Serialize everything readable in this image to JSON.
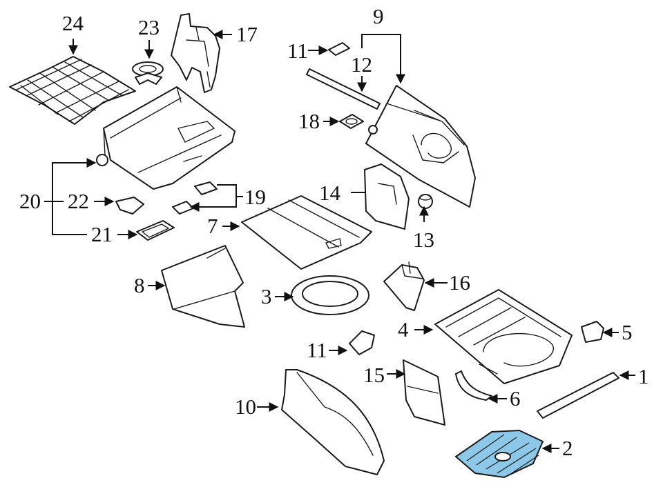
{
  "callouts": {
    "c1": "1",
    "c2": "2",
    "c3": "3",
    "c4": "4",
    "c5": "5",
    "c6": "6",
    "c7": "7",
    "c8": "8",
    "c9": "9",
    "c10": "10",
    "c11a": "11",
    "c11b": "11",
    "c12": "12",
    "c13": "13",
    "c14": "14",
    "c15": "15",
    "c16": "16",
    "c17": "17",
    "c18": "18",
    "c19": "19",
    "c20": "20",
    "c21": "21",
    "c22": "22",
    "c23": "23",
    "c24": "24"
  },
  "highlight": {
    "part": "2",
    "color": "#8ec8e8"
  }
}
